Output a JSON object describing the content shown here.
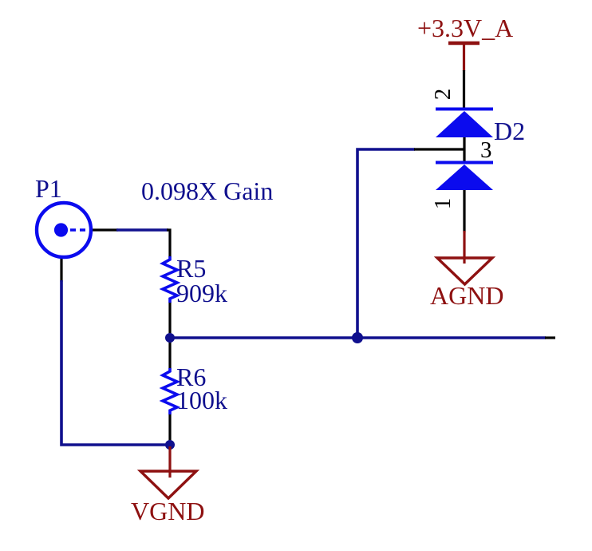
{
  "colors": {
    "background": "#ffffff",
    "wire_blue": "#10108e",
    "component_blue": "#0b0bee",
    "power_red": "#8e1111",
    "pin_black": "#000000"
  },
  "connector": {
    "ref": "P1"
  },
  "annotation": {
    "gain": "0.098X Gain"
  },
  "resistors": [
    {
      "ref": "R5",
      "value": "909k"
    },
    {
      "ref": "R6",
      "value": "100k"
    }
  ],
  "diode": {
    "ref": "D2",
    "pin_top": "2",
    "pin_mid": "3",
    "pin_bottom": "1"
  },
  "nets": {
    "power": "+3.3V_A",
    "analog_ground": "AGND",
    "virtual_ground": "VGND"
  }
}
